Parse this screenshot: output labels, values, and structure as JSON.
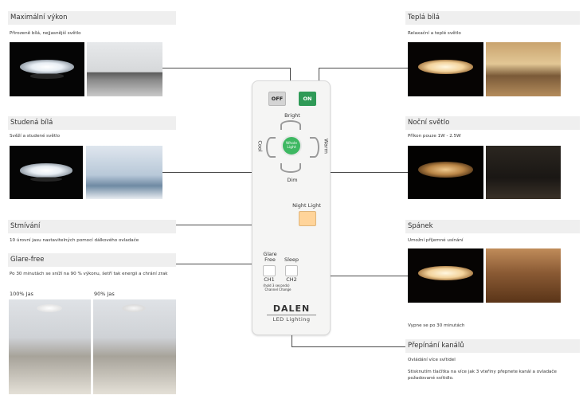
{
  "sections": {
    "max": {
      "title": "Maximální výkon",
      "desc": "Přirozeně bílá, nejjasnější světlo"
    },
    "warm": {
      "title": "Teplá bílá",
      "desc": "Relaxační a teplé světlo"
    },
    "cold": {
      "title": "Studená bílá",
      "desc": "Svěží a studené světlo"
    },
    "night": {
      "title": "Noční světlo",
      "desc": "Příkon pouze 1W - 2.5W"
    },
    "dim": {
      "title": "Stmívání",
      "desc": "10 úrovní jasu nastavitelných pomocí dálkového ovladače"
    },
    "sleep": {
      "title": "Spánek",
      "desc": "Umožní příjemné usínání",
      "note": "Vypne se po 30 minutách"
    },
    "glare": {
      "title": "Glare-free",
      "desc": "Po 30 minutách se sníží na 90 % výkonu, šetří tak energii a chrání zrak",
      "label_100": "100% Jas",
      "label_90": "90% Jas"
    },
    "channel": {
      "title": "Přepínání kanálů",
      "desc1": "Ovládání více svítidel",
      "desc2": "Stisknutím tlačítka na více jak 3 vteřiny přepnete kanál a ovladače požadované svítidlo."
    }
  },
  "remote": {
    "off": "OFF",
    "on": "ON",
    "bright": "Bright",
    "cool": "Cool",
    "warm": "Warm",
    "dim": "Dim",
    "whole_light": "Whole Light",
    "night_light": "Night Light",
    "glare_free": "Glare Free",
    "sleep": "Sleep",
    "ch1": "CH1",
    "ch2": "CH2",
    "hold": "(hold 3 seconds)",
    "channel_change": "Channel Change",
    "brand": "DALEN",
    "subbrand": "LED Lighting"
  },
  "colors": {
    "on": "#2f9a57",
    "whole": "#3eb862",
    "night": "#ffd49a",
    "off": "#cfcfcf"
  }
}
